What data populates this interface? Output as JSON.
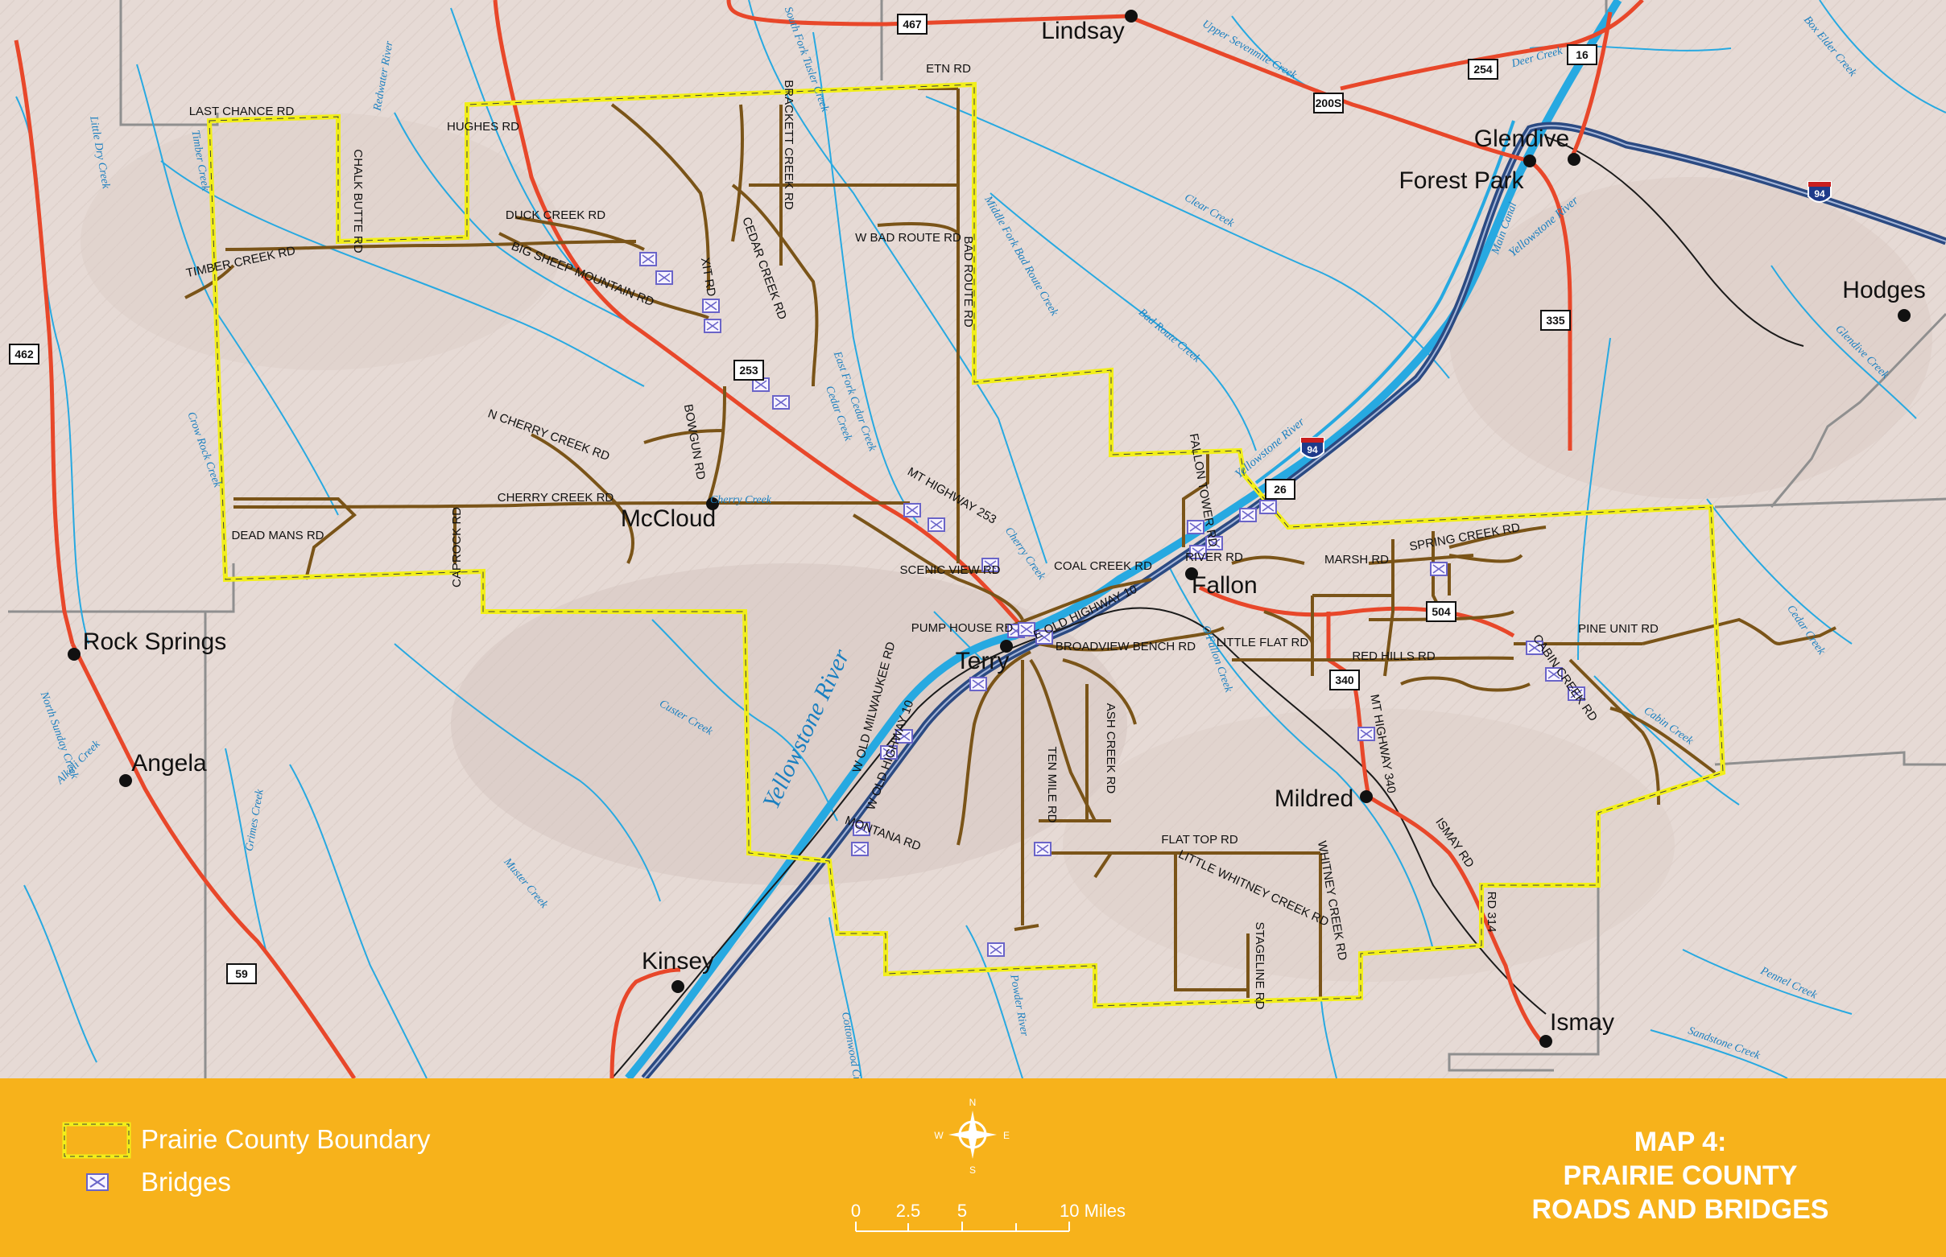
{
  "map": {
    "title_lines": [
      "MAP 4:",
      "PRAIRIE COUNTY",
      "ROADS AND BRIDGES"
    ],
    "legend": {
      "boundary_label": "Prairie County Boundary",
      "bridges_label": "Bridges"
    },
    "scale_bar": {
      "ticks": [
        "0",
        "2.5",
        "5"
      ],
      "end_label": "10 Miles"
    },
    "north_arrow": {
      "n": "N",
      "e": "E",
      "s": "S",
      "w": "W"
    },
    "colors": {
      "terrain": "#e6dad5",
      "legend_band": "#f7b21b",
      "county_boundary": "#f2ef19",
      "county_road": "#7a5418",
      "highway": "#e8472a",
      "river": "#27a9e1",
      "interstate": "#2b4a82",
      "state_lines": "#8f8f8f",
      "bridge_icon": "#6a64c8"
    },
    "towns": [
      {
        "name": "Lindsay"
      },
      {
        "name": "Glendive"
      },
      {
        "name": "Forest Park"
      },
      {
        "name": "Hodges"
      },
      {
        "name": "McCloud"
      },
      {
        "name": "Fallon"
      },
      {
        "name": "Terry"
      },
      {
        "name": "Rock Springs"
      },
      {
        "name": "Angela"
      },
      {
        "name": "Mildred"
      },
      {
        "name": "Kinsey"
      },
      {
        "name": "Ismay"
      }
    ],
    "road_labels": [
      "LAST CHANCE RD",
      "HUGHES RD",
      "ETN RD",
      "CHALK BUTTE RD",
      "DUCK CREEK RD",
      "BIG SHEEP MOUNTAIN RD",
      "TIMBER CREEK RD",
      "XIT RD",
      "BRACKETT CREEK RD",
      "CEDAR CREEK RD",
      "W BAD ROUTE RD",
      "BAD ROUTE RD",
      "N CHERRY CREEK RD",
      "BOWGUN RD",
      "CHERRY CREEK RD",
      "DEAD MANS RD",
      "CAPROCK RD",
      "MT HIGHWAY 253",
      "FALLON TOWER RD",
      "SPRING CREEK RD",
      "COAL CREEK RD",
      "SCENIC VIEW RD",
      "E OLD HIGHWAY 10",
      "RIVER RD",
      "MARSH RD",
      "PUMP HOUSE RD",
      "BROADVIEW BENCH RD",
      "LITTLE FLAT RD",
      "RED HILLS RD",
      "PINE UNIT RD",
      "CABIN CREEK RD",
      "W OLD MILWAUKEE RD",
      "W OLD HIGHWAY 10",
      "ASH CREEK RD",
      "TEN MILE RD",
      "MT HIGHWAY 340",
      "MONTANA RD",
      "FLAT TOP RD",
      "LITTLE WHITNEY CREEK RD",
      "WHITNEY CREEK RD",
      "STAGELINE RD",
      "ISMAY RD",
      "RD 314"
    ],
    "water_labels": [
      "Yellowstone River",
      "Yellowstone River",
      "Yellowstone River",
      "Redwater River",
      "Timber Creek",
      "Little Dry Creek",
      "Crow Rock Creek",
      "North Sunday Creek",
      "Alkali Creek",
      "Grimes Creek",
      "Muster Creek",
      "Custer Creek",
      "Cherry Creek",
      "Cherry Creek",
      "Cedar Creek",
      "East Fork Cedar Creek",
      "Middle Fork Bad Route Creek",
      "Bad Route Creek",
      "Clear Creek",
      "Upper Sevenmile Creek",
      "South Fork Tusler Creek",
      "Deer Creek",
      "Box Elder Creek",
      "Main Canal",
      "Glendive Creek",
      "Cedar Creek",
      "Cabin Creek",
      "Pennel Creek",
      "Sandstone Creek",
      "Powder River",
      "Cottonwood Creek",
      "O'Fallon Creek"
    ],
    "highway_shields": [
      "467",
      "254",
      "16",
      "200S",
      "94",
      "94",
      "335",
      "462",
      "253",
      "504",
      "340",
      "59",
      "26"
    ]
  }
}
